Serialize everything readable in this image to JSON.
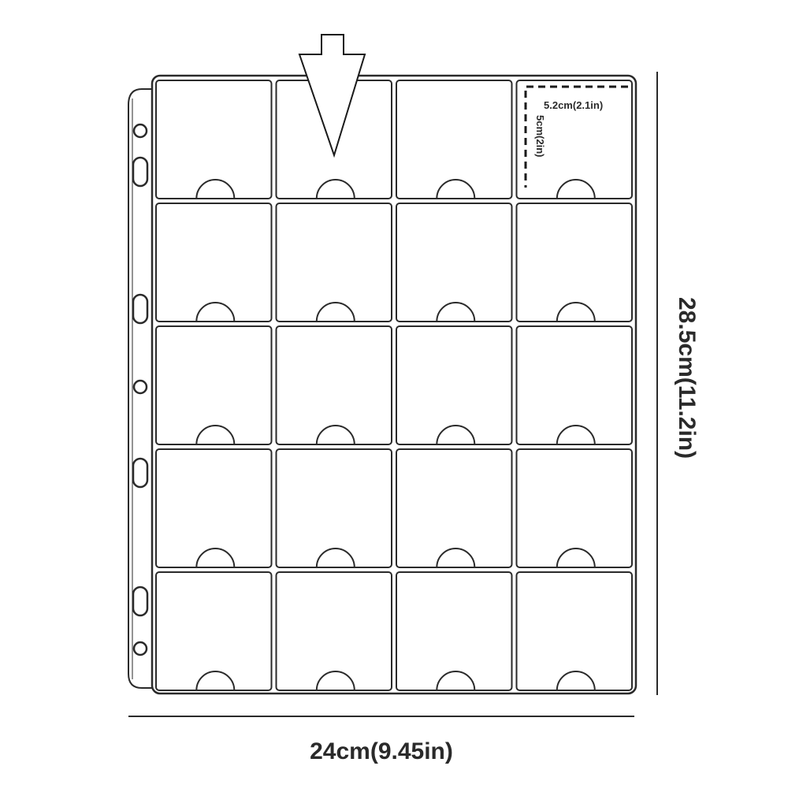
{
  "figure": {
    "grid": {
      "rows": 5,
      "columns": 4
    },
    "dimensions": {
      "width": "24cm(9.45in)",
      "height": "28.5cm(11.2in)",
      "pocket_width": "5.2cm(2.1in)",
      "pocket_height": "5cm(2in)"
    },
    "stroke_color": "#2a2a2a",
    "fill_color": "#ffffff",
    "icons": [
      "insert-arrow-icon",
      "binder-hole-icon"
    ]
  }
}
